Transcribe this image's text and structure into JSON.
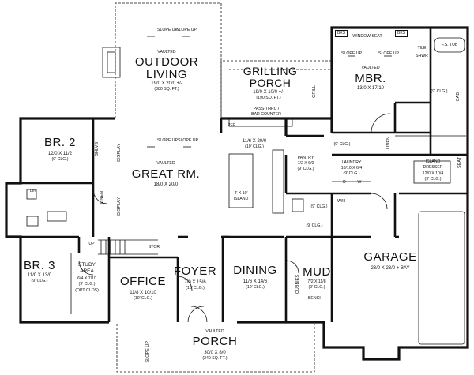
{
  "outdoor_living": {
    "slope_left": "SLOPE UP",
    "slope_right": "SLOPE UP",
    "note": "VAULTED",
    "title_1": "OUTDOOR",
    "title_2": "LIVING",
    "dims": "19/0 X 20/0 +/-",
    "area": "(380 SQ. FT.)"
  },
  "grilling_porch": {
    "title_1": "GRILLING",
    "title_2": "PORCH",
    "dims": "19/0 X 10/0 +/-",
    "area": "(190 SQ. FT.)",
    "grill": "GRILL"
  },
  "kitchen": {
    "pass_thru": "PASS-THRU /",
    "bar_counter": "BAR COUNTER",
    "ref": "REF",
    "dims": "11/6 X 20/0",
    "clg": "(10' CLG.)",
    "island_dims": "4' X 10'",
    "island": "ISLAND"
  },
  "master": {
    "window_seat": "WINDOW SEAT",
    "bks": "BKS",
    "slope_left": "SLOPE UP",
    "slope_right": "SLOPE UP",
    "note": "VAULTED",
    "title": "MBR.",
    "dims": "13/0 X 17/10",
    "tub": "F.S. TUB",
    "tile": "TILE",
    "shwr": "SHWR",
    "bath_clg": "(9' CLG.)",
    "cab": "CAB"
  },
  "hall": {
    "clg": "(9' CLG.)",
    "linen": "LINEN",
    "shlvs": "SHLVS"
  },
  "closet": {
    "island": "ISLAND",
    "dresser": "DRESSER",
    "dims": "12/0 X 10/4",
    "clg": "(9' CLG.)",
    "seat": "SEAT"
  },
  "pantry": {
    "title": "PANTRY",
    "dims": "7/2 X 6/0",
    "clg": "(9' CLG.)"
  },
  "laundry": {
    "title": "LAUNDRY",
    "dims": "10/10 X 6/4",
    "clg": "(9' CLG.)",
    "d": "D",
    "w": "W"
  },
  "powder": {
    "clg": "(9' CLG.)"
  },
  "great_room": {
    "slope_left": "SLOPE UP",
    "slope_right": "SLOPE UP",
    "note": "VAULTED",
    "title": "GREAT RM.",
    "dims": "18/0 X 20/0",
    "display": "DISPLAY"
  },
  "bedroom2": {
    "title": "BR. 2",
    "dims": "12/0 X 11/2",
    "clg": "(9' CLG.)"
  },
  "bath2": {
    "lin": "LIN"
  },
  "bedroom3": {
    "title": "BR. 3",
    "dims": "11/0 X 13/0",
    "clg": "(9' CLG.)"
  },
  "study": {
    "title_1": "STUDY",
    "title_2": "AREA",
    "dims": "6/4 X 7/10",
    "clg": "(9' CLG.)",
    "closet": "(OPT CLOS)"
  },
  "stairs": {
    "up": "UP",
    "stor": "STOR"
  },
  "office": {
    "title": "OFFICE",
    "dims": "11/8 X 10/10",
    "clg": "(10' CLG.)"
  },
  "foyer": {
    "title": "FOYER",
    "dims": "7/0 X 15/6",
    "clg": "(10' CLG.)"
  },
  "dining": {
    "title": "DINING",
    "dims": "11/6 X 14/6",
    "clg": "(10' CLG.)"
  },
  "mud": {
    "title": "MUD",
    "dims": "7/2 X 11/8",
    "clg": "(9' CLG.)",
    "hall_clg": "(9' CLG.)",
    "cubbies": "CUBBIES",
    "bench": "BENCH"
  },
  "garage": {
    "title": "GARAGE",
    "dims": "23/0 X 23/0 + BAY",
    "wh": "W/H"
  },
  "porch": {
    "note": "VAULTED",
    "title": "PORCH",
    "dims": "30/0 X 8/0",
    "area": "(240 SQ. FT.)",
    "slope": "SLOPE UP"
  }
}
